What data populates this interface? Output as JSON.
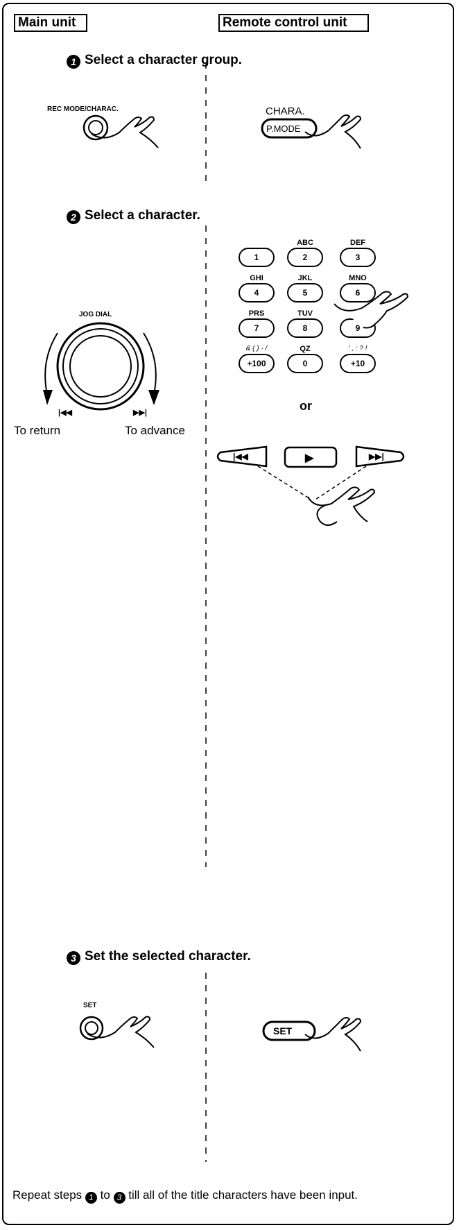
{
  "headers": {
    "main": "Main unit",
    "remote": "Remote control unit"
  },
  "steps": [
    {
      "num": "1",
      "text": "Select a character group."
    },
    {
      "num": "2",
      "text": "Select a character."
    },
    {
      "num": "3",
      "text": "Set the selected character."
    }
  ],
  "step1": {
    "main_label": "REC MODE/CHARAC.",
    "remote_label": "CHARA.",
    "remote_button": "P.MODE"
  },
  "step2": {
    "dial_label": "JOG DIAL",
    "prev_glyph": "|◀◀",
    "next_glyph": "▶▶|",
    "to_return": "To return",
    "to_advance": "To advance",
    "keypad": [
      {
        "key": "1",
        "label": ""
      },
      {
        "key": "2",
        "label": "ABC"
      },
      {
        "key": "3",
        "label": "DEF"
      },
      {
        "key": "4",
        "label": "GHI"
      },
      {
        "key": "5",
        "label": "JKL"
      },
      {
        "key": "6",
        "label": "MNO"
      },
      {
        "key": "7",
        "label": "PRS"
      },
      {
        "key": "8",
        "label": "TUV"
      },
      {
        "key": "9",
        "label": ""
      },
      {
        "key": "+100",
        "label": "& (  ) - /"
      },
      {
        "key": "0",
        "label": "QZ"
      },
      {
        "key": "+10",
        "label": "' , : ? !"
      }
    ],
    "or": "or",
    "transport": {
      "prev": "|◀◀",
      "play": "▶",
      "next": "▶▶|"
    }
  },
  "step3": {
    "main_label": "SET",
    "remote_button": "SET"
  },
  "footer": {
    "pre": "Repeat steps ",
    "num_a": "1",
    "mid": " to ",
    "num_b": "3",
    "post": " till all of the title characters have been input."
  }
}
